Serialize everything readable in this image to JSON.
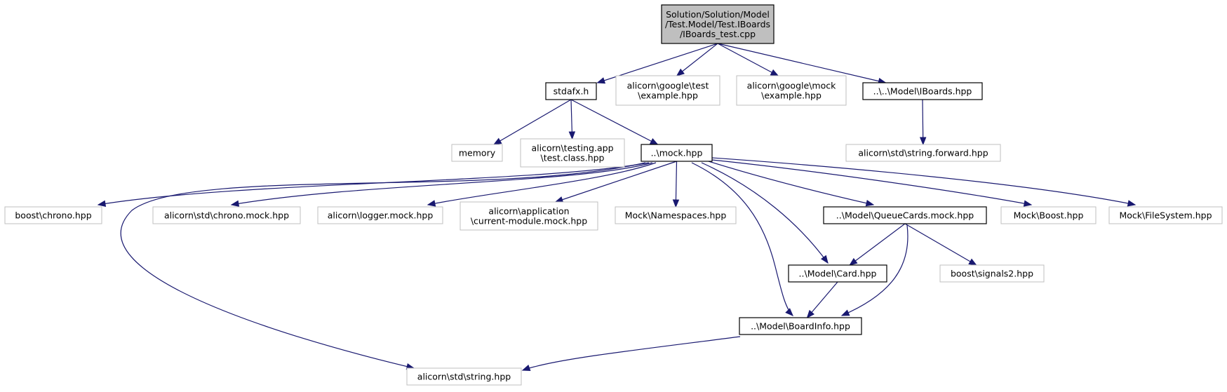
{
  "colors": {
    "edge": "#191970",
    "root_fill": "#bfbfbf",
    "documented_border": "#000000",
    "external_border": "#bfbfbf"
  },
  "nodes": {
    "root": [
      "Solution/Solution/Model",
      "/Test.Model/Test.IBoards",
      "/IBoards_test.cpp"
    ],
    "stdafx": [
      "stdafx.h"
    ],
    "gtest_example": [
      "alicorn\\google\\test",
      "\\example.hpp"
    ],
    "gmock_example": [
      "alicorn\\google\\mock",
      "\\example.hpp"
    ],
    "iboards": [
      "..\\..\\Model\\IBoards.hpp"
    ],
    "memory": [
      "memory"
    ],
    "testing_app": [
      "alicorn\\testing.app",
      "\\test.class.hpp"
    ],
    "mock": [
      "..\\mock.hpp"
    ],
    "string_forward": [
      "alicorn\\std\\string.forward.hpp"
    ],
    "boost_chrono": [
      "boost\\chrono.hpp"
    ],
    "chrono_mock": [
      "alicorn\\std\\chrono.mock.hpp"
    ],
    "logger_mock": [
      "alicorn\\logger.mock.hpp"
    ],
    "current_module_mock": [
      "alicorn\\application",
      "\\current-module.mock.hpp"
    ],
    "mock_namespaces": [
      "Mock\\Namespaces.hpp"
    ],
    "queuecards_mock": [
      "..\\Model\\QueueCards.mock.hpp"
    ],
    "mock_boost": [
      "Mock\\Boost.hpp"
    ],
    "mock_filesystem": [
      "Mock\\FileSystem.hpp"
    ],
    "card": [
      "..\\Model\\Card.hpp"
    ],
    "signals2": [
      "boost\\signals2.hpp"
    ],
    "boardinfo": [
      "..\\Model\\BoardInfo.hpp"
    ],
    "std_string": [
      "alicorn\\std\\string.hpp"
    ]
  },
  "edges": [
    [
      "root",
      "stdafx"
    ],
    [
      "root",
      "gtest_example"
    ],
    [
      "root",
      "gmock_example"
    ],
    [
      "root",
      "iboards"
    ],
    [
      "stdafx",
      "memory"
    ],
    [
      "stdafx",
      "testing_app"
    ],
    [
      "stdafx",
      "mock"
    ],
    [
      "iboards",
      "string_forward"
    ],
    [
      "mock",
      "boost_chrono"
    ],
    [
      "mock",
      "chrono_mock"
    ],
    [
      "mock",
      "logger_mock"
    ],
    [
      "mock",
      "current_module_mock"
    ],
    [
      "mock",
      "mock_namespaces"
    ],
    [
      "mock",
      "queuecards_mock"
    ],
    [
      "mock",
      "mock_boost"
    ],
    [
      "mock",
      "mock_filesystem"
    ],
    [
      "mock",
      "card"
    ],
    [
      "mock",
      "boardinfo"
    ],
    [
      "mock",
      "std_string"
    ],
    [
      "queuecards_mock",
      "card"
    ],
    [
      "queuecards_mock",
      "signals2"
    ],
    [
      "queuecards_mock",
      "boardinfo"
    ],
    [
      "card",
      "boardinfo"
    ],
    [
      "boardinfo",
      "std_string"
    ]
  ]
}
